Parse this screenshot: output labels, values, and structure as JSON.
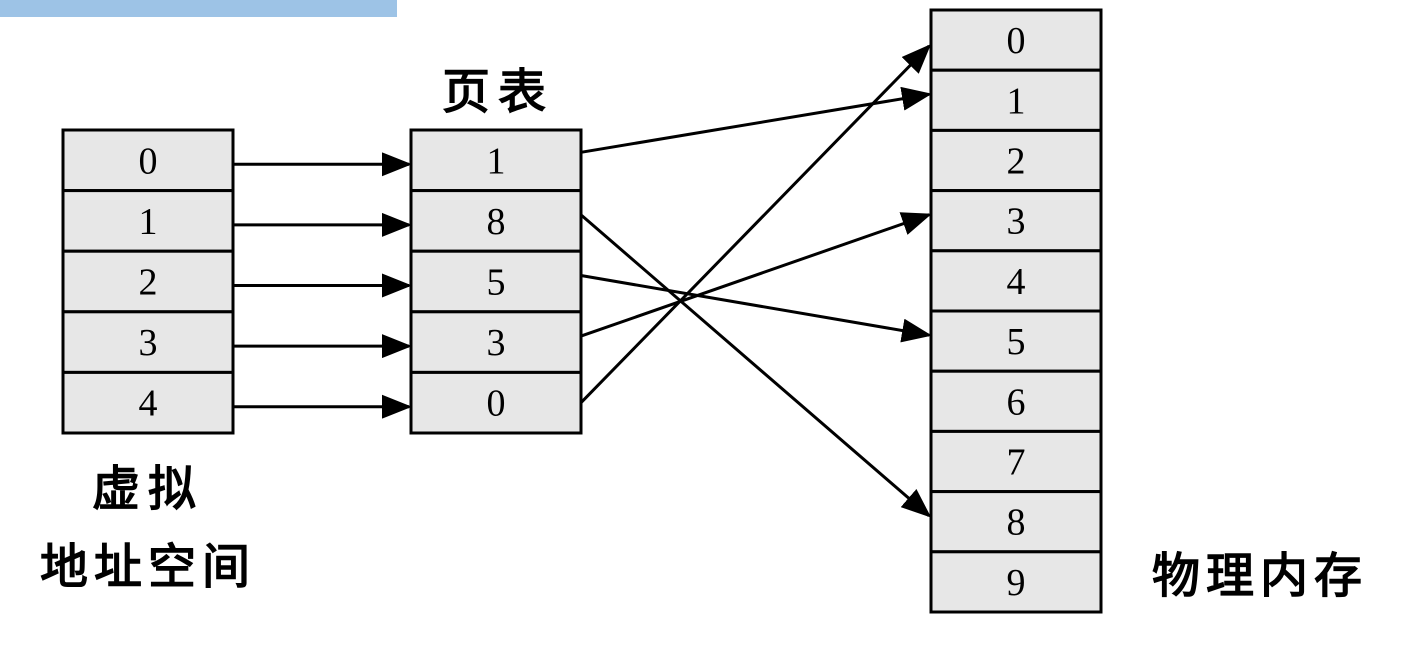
{
  "labels": {
    "page_table": "页表",
    "virtual_line1": "虚拟",
    "virtual_line2": "地址空间",
    "physical": "物理内存"
  },
  "virtual_pages": [
    "0",
    "1",
    "2",
    "3",
    "4"
  ],
  "page_table_entries": [
    "1",
    "8",
    "5",
    "3",
    "0"
  ],
  "physical_frames": [
    "0",
    "1",
    "2",
    "3",
    "4",
    "5",
    "6",
    "7",
    "8",
    "9"
  ],
  "mapping": [
    {
      "virtual": 0,
      "frame": 1
    },
    {
      "virtual": 1,
      "frame": 8
    },
    {
      "virtual": 2,
      "frame": 5
    },
    {
      "virtual": 3,
      "frame": 3
    },
    {
      "virtual": 4,
      "frame": 0
    }
  ],
  "colors": {
    "cell_fill": "#e7e7e7",
    "banner": "#9dc3e6",
    "line": "#000000"
  }
}
